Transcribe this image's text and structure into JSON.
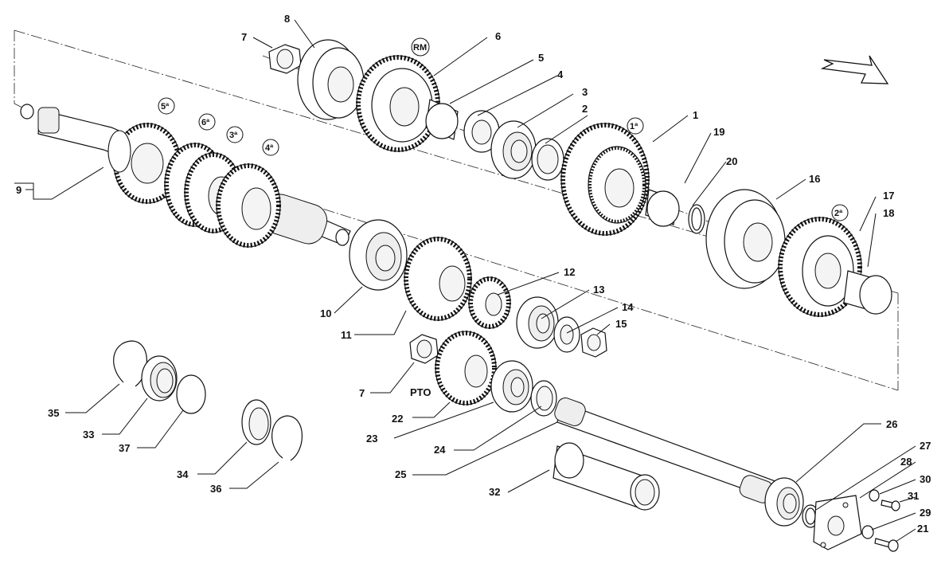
{
  "part_numbers": {
    "p1": "1",
    "p2": "2",
    "p3": "3",
    "p4": "4",
    "p5": "5",
    "p6": "6",
    "p7a": "7",
    "p7b": "7",
    "p8": "8",
    "p9": "9",
    "p10": "10",
    "p11": "11",
    "p12": "12",
    "p13": "13",
    "p14": "14",
    "p15": "15",
    "p16": "16",
    "p17": "17",
    "p18": "18",
    "p19": "19",
    "p20": "20",
    "p21": "21",
    "p22": "22",
    "p23": "23",
    "p24": "24",
    "p25": "25",
    "p26": "26",
    "p27": "27",
    "p28": "28",
    "p29": "29",
    "p30": "30",
    "p31": "31",
    "p32": "32",
    "p33": "33",
    "p34": "34",
    "p35": "35",
    "p36": "36",
    "p37": "37"
  },
  "gear_labels": {
    "g1": "1ª",
    "g2": "2ª",
    "g3": "3ª",
    "g4": "4ª",
    "g5": "5ª",
    "g6": "6ª",
    "rm": "RM"
  },
  "pto_label": "PTO",
  "direction_icon": "arrow-icon"
}
